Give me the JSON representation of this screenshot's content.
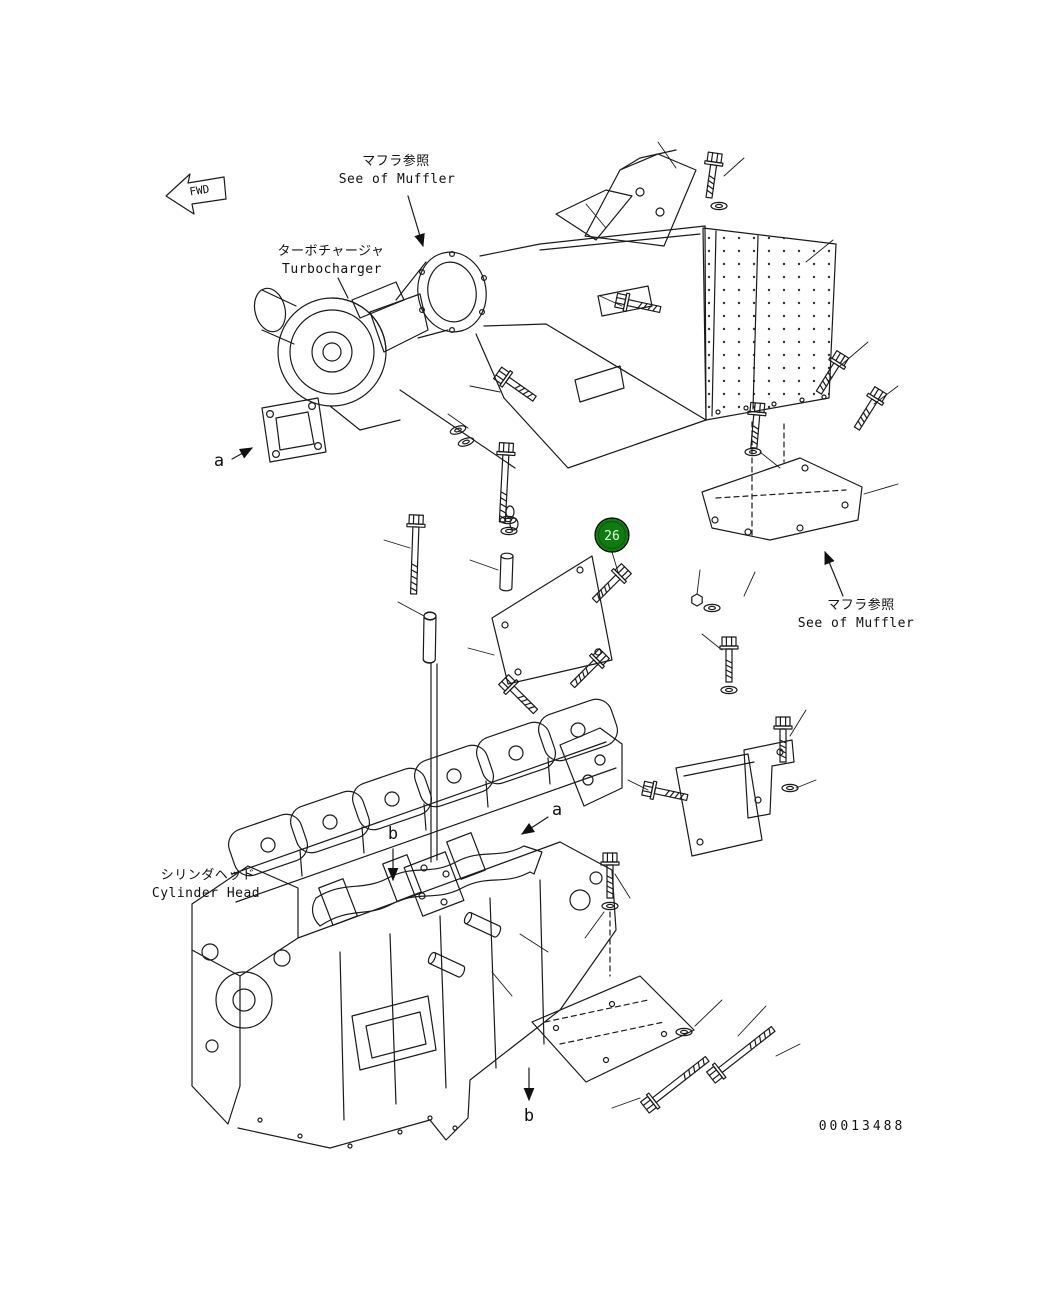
{
  "fwd_flag": {
    "text": "FWD"
  },
  "callout": {
    "number": "26",
    "fill": "#0e7d0e",
    "ring": "#063f06",
    "text_color": "#eafbea"
  },
  "labels": {
    "muffler_top_jp": "マフラ参照",
    "muffler_top_en": "See of Muffler",
    "turbocharger_jp": "ターボチャージャ",
    "turbocharger_en": "Turbocharger",
    "muffler_right_jp": "マフラ参照",
    "muffler_right_en": "See of Muffler",
    "cylinder_head_jp": "シリンダヘッド",
    "cylinder_head_en": "Cylinder Head",
    "view_a_left": "a",
    "view_a_mid": "a",
    "view_b_mid": "b",
    "view_b_bottom": "b"
  },
  "drawing_number": "00013488",
  "colors": {
    "line": "#1a1a1a",
    "background": "#ffffff"
  }
}
